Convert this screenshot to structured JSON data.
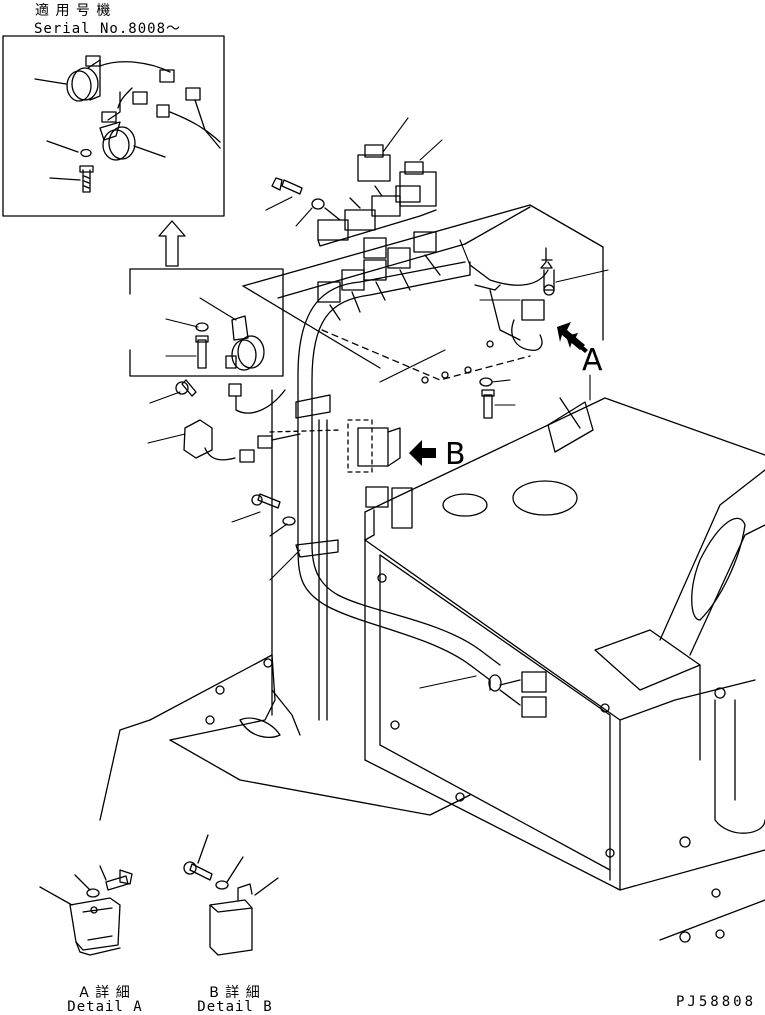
{
  "header": {
    "applicable_jp": "適 用 号 機",
    "serial": "Serial No.8008～"
  },
  "callouts": {
    "view_a": "A",
    "view_b": "B"
  },
  "details": {
    "a_jp": "A 詳 細",
    "a_en": "Detail A",
    "b_jp": "B 詳 細",
    "b_en": "Detail B"
  },
  "footer": {
    "code": "PJ58808"
  }
}
